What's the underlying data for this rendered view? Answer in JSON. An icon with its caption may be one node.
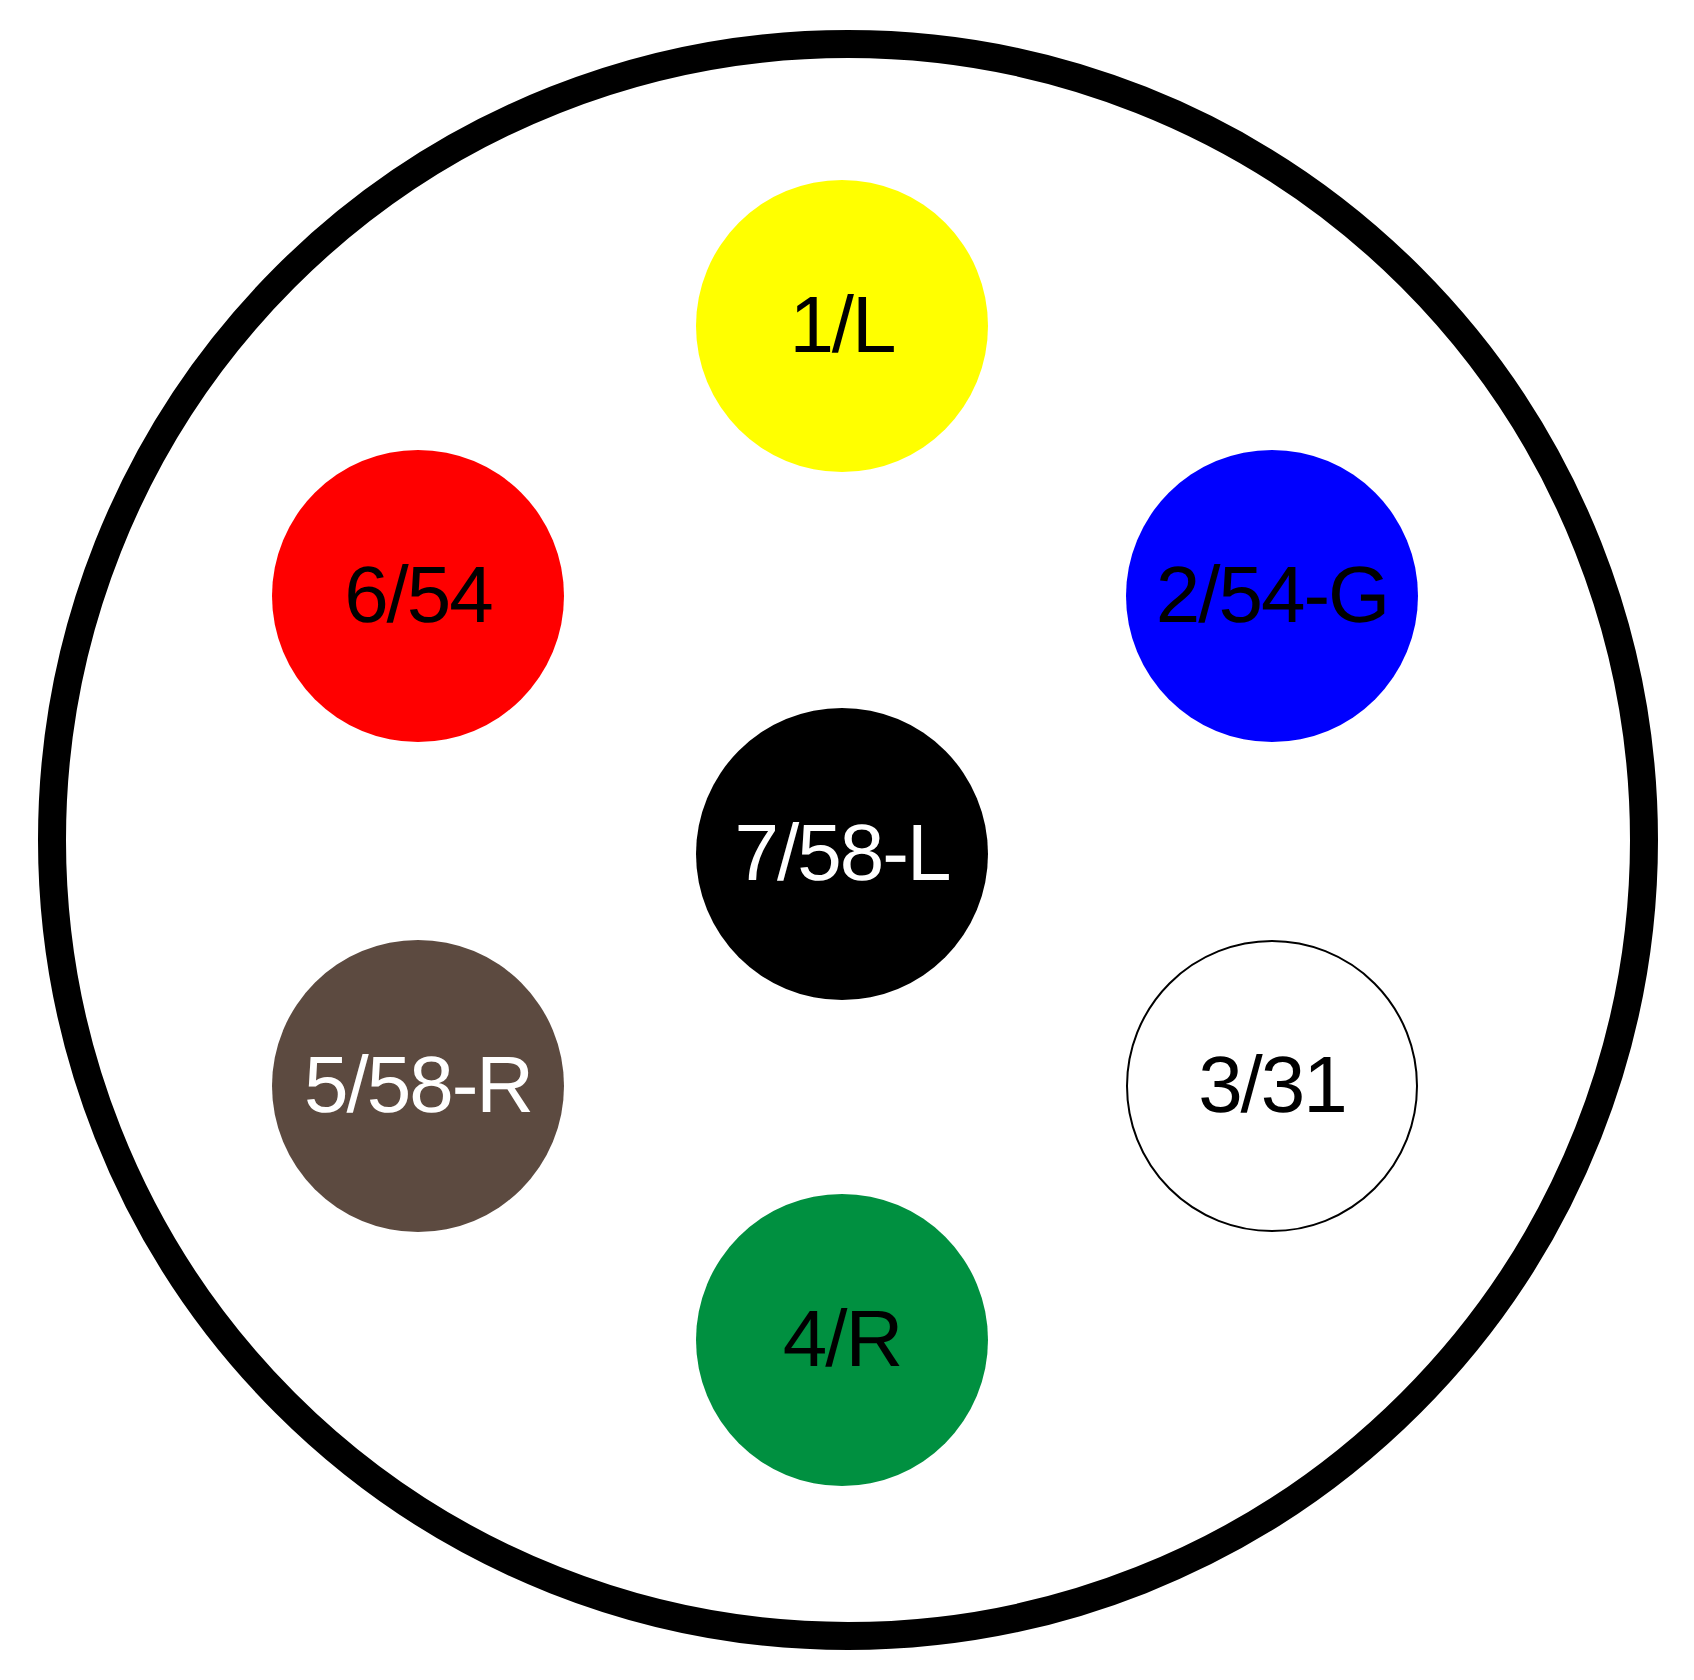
{
  "diagram": {
    "nodes": [
      {
        "text": [],
        "shape": "circle"
      },
      {
        "text": [
          "1/L"
        ],
        "in": 0
      },
      {
        "text": [
          "6/54"
        ],
        "in": 0
      },
      {
        "text": [
          "2/54-G"
        ],
        "in": 0
      },
      {
        "text": [
          "7/58-L"
        ],
        "in": 0
      },
      {
        "text": [
          "5/58-R"
        ],
        "in": 0
      },
      {
        "text": [
          "3/31"
        ],
        "in": 0
      },
      {
        "text": [
          "4/R"
        ],
        "in": 0
      }
    ]
  }
}
